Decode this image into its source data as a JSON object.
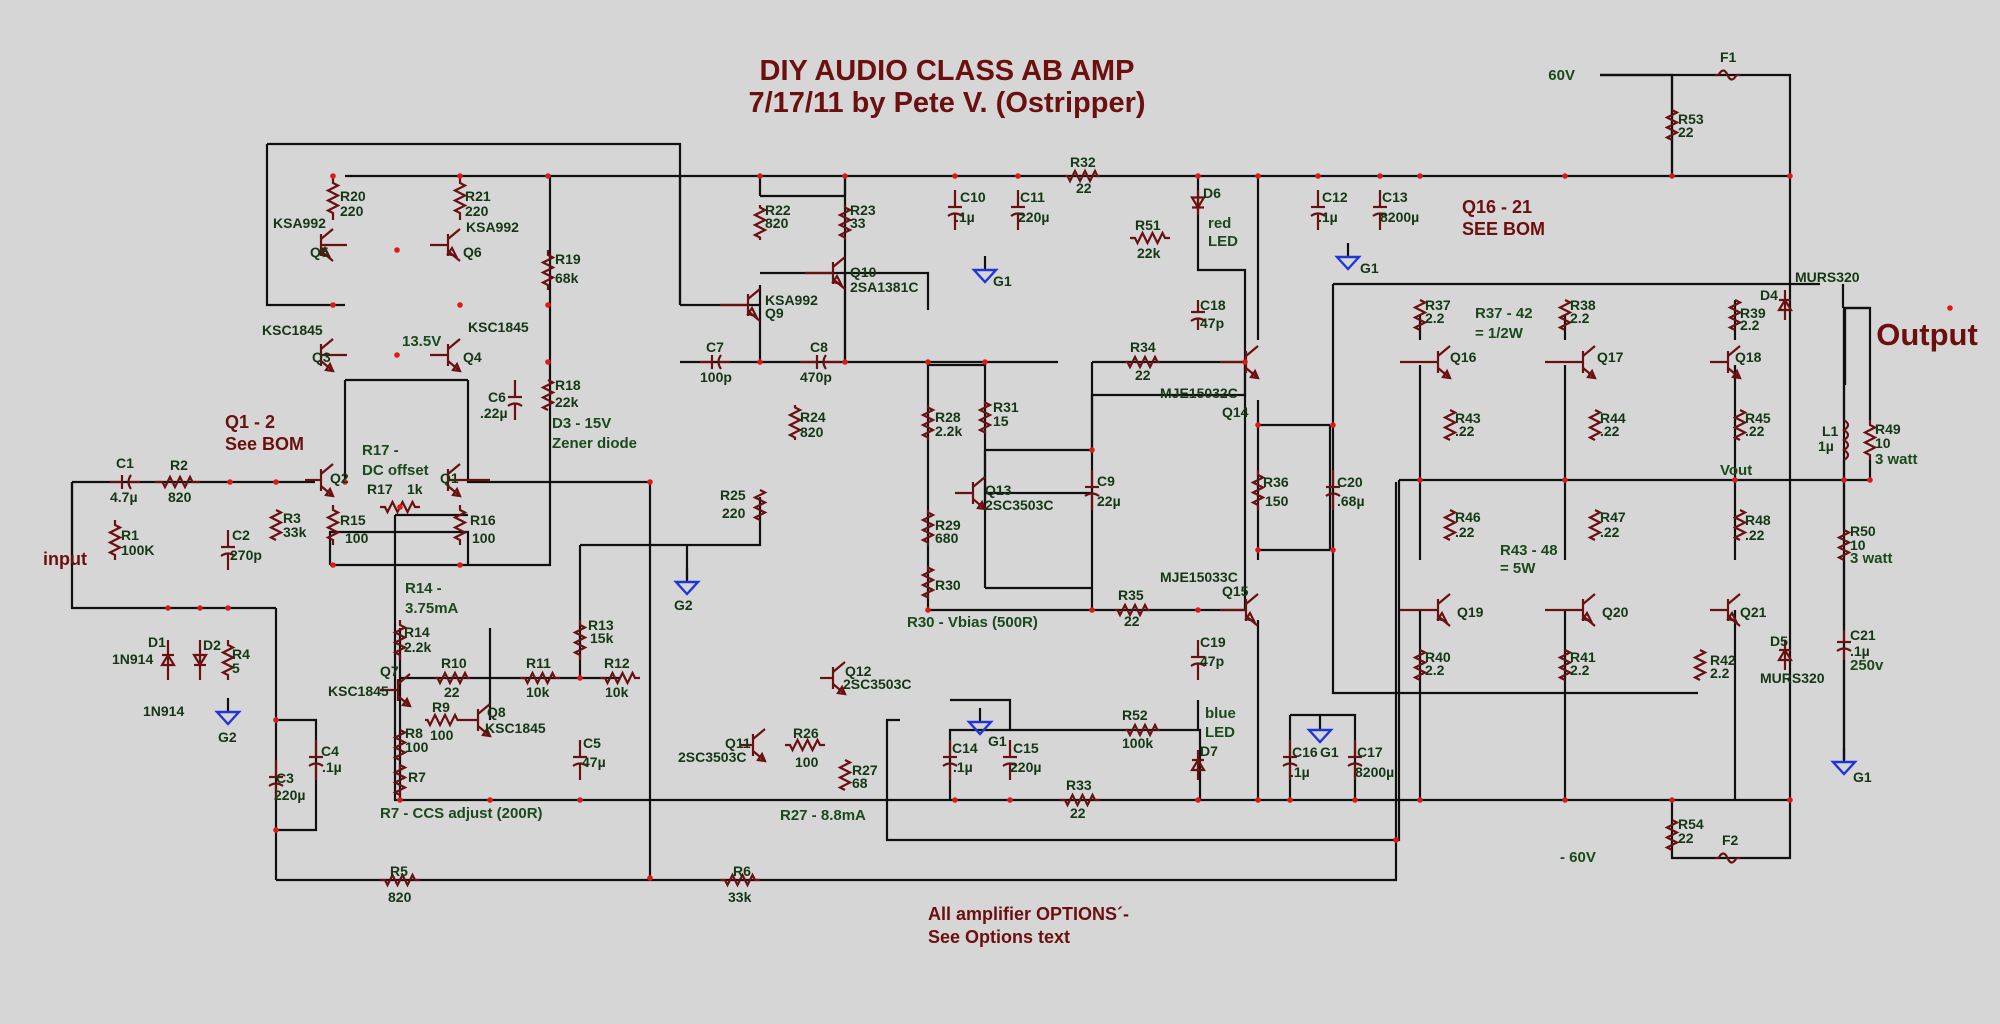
{
  "title": {
    "line1": "DIY AUDIO CLASS AB AMP",
    "line2": "7/17/11 by Pete V. (Ostripper)"
  },
  "notes": {
    "options1": "All amplifier OPTIONS´-",
    "options2": "See Options text",
    "output": "Output",
    "input": "input",
    "q12_1": "Q1 - 2",
    "q12_2": "See BOM",
    "q1621_1": "Q16 - 21",
    "q1621_2": "SEE  BOM",
    "r17a": "R17 -",
    "r17b": "DC offset",
    "r14a": "R14 -",
    "r14b": "3.75mA",
    "r7note": "R7 - CCS adjust (200R)",
    "r27note": "R27 - 8.8mA",
    "r30note": "R30 - Vbias (500R)",
    "r3742a": "R37 - 42",
    "r3742b": "= 1/2W",
    "r4348a": "R43 - 48",
    "r4348b": "= 5W",
    "v135": "13.5V",
    "vout": "Vout",
    "d3a": "D3 - 15V",
    "d3b": "Zener diode",
    "redled1": "red",
    "redled2": "LED",
    "blueled1": "blue",
    "blueled2": "LED",
    "r49w": "3 watt",
    "r50w": "3 watt",
    "c21v": "250v"
  },
  "rails": {
    "pos": "60V",
    "neg": "- 60V"
  },
  "grounds": {
    "g1": "G1",
    "g2": "G2"
  },
  "transistors": {
    "ksa992": "KSA992",
    "ksc1845": "KSC1845",
    "q10": "2SA1381C",
    "q13": "2SC3503C",
    "q12": "2SC3503C",
    "q11": "2SC3503C",
    "q14": "MJE15032C",
    "q15": "MJE15033C"
  },
  "labels": {
    "Q1": "Q1",
    "Q2": "Q2",
    "Q3": "Q3",
    "Q4": "Q4",
    "Q5": "Q5",
    "Q6": "Q6",
    "Q7": "Q7",
    "Q8": "Q8",
    "Q9": "Q9",
    "Q10": "Q10",
    "Q11": "Q11",
    "Q12": "Q12",
    "Q13": "Q13",
    "Q14": "Q14",
    "Q15": "Q15",
    "Q16": "Q16",
    "Q17": "Q17",
    "Q18": "Q18",
    "Q19": "Q19",
    "Q20": "Q20",
    "Q21": "Q21",
    "R1": "R1",
    "R1v": "100K",
    "R2": "R2",
    "R2v": "820",
    "R3": "R3",
    "R3v": "33k",
    "R4": "R4",
    "R4v": "5",
    "R5": "R5",
    "R5v": "820",
    "R6": "R6",
    "R6v": "33k",
    "R7": "R7",
    "R8": "R8",
    "R8v": "100",
    "R9": "R9",
    "R9v": "100",
    "R10": "R10",
    "R10v": "22",
    "R11": "R11",
    "R11v": "10k",
    "R12": "R12",
    "R12v": "10k",
    "R13": "R13",
    "R13v": "15k",
    "R14": "R14",
    "R14v": "2.2k",
    "R15": "R15",
    "R15v": "100",
    "R16": "R16",
    "R16v": "100",
    "R17": "R17",
    "R17v": "1k",
    "R18": "R18",
    "R18v": "22k",
    "R19": "R19",
    "R19v": "68k",
    "R20": "R20",
    "R20v": "220",
    "R21": "R21",
    "R21v": "220",
    "R22": "R22",
    "R22v": "820",
    "R23": "R23",
    "R23v": "33",
    "R24": "R24",
    "R24v": "820",
    "R25": "R25",
    "R25v": "220",
    "R26": "R26",
    "R26v": "100",
    "R27": "R27",
    "R27v": "68",
    "R28": "R28",
    "R28v": "2.2k",
    "R29": "R29",
    "R29v": "680",
    "R30": "R30",
    "R31": "R31",
    "R31v": "15",
    "R32": "R32",
    "R32v": "22",
    "R33": "R33",
    "R33v": "22",
    "R34": "R34",
    "R34v": "22",
    "R35": "R35",
    "R35v": "22",
    "R36": "R36",
    "R36v": "150",
    "R37": "R37",
    "R37v": "2.2",
    "R38": "R38",
    "R38v": "2.2",
    "R39": "R39",
    "R39v": "2.2",
    "R40": "R40",
    "R40v": "2.2",
    "R41": "R41",
    "R41v": "2.2",
    "R42": "R42",
    "R42v": "2.2",
    "R43": "R43",
    "R43v": ".22",
    "R44": "R44",
    "R44v": ".22",
    "R45": "R45",
    "R45v": ".22",
    "R46": "R46",
    "R46v": ".22",
    "R47": "R47",
    "R47v": ".22",
    "R48": "R48",
    "R48v": ".22",
    "R49": "R49",
    "R49v": "10",
    "R50": "R50",
    "R50v": "10",
    "R51": "R51",
    "R51v": "22k",
    "R52": "R52",
    "R52v": "100k",
    "R53": "R53",
    "R53v": "22",
    "R54": "R54",
    "R54v": "22",
    "C1": "C1",
    "C1v": "4.7µ",
    "C2": "C2",
    "C2v": "270p",
    "C3": "C3",
    "C3v": "220µ",
    "C4": "C4",
    "C4v": ".1µ",
    "C5": "C5",
    "C5v": "47µ",
    "C6": "C6",
    "C6v": ".22µ",
    "C7": "C7",
    "C7v": "100p",
    "C8": "C8",
    "C8v": "470p",
    "C9": "C9",
    "C9v": "22µ",
    "C10": "C10",
    "C10v": ".1µ",
    "C11": "C11",
    "C11v": "220µ",
    "C12": "C12",
    "C12v": ".1µ",
    "C13": "C13",
    "C13v": "8200µ",
    "C14": "C14",
    "C14v": ".1µ",
    "C15": "C15",
    "C15v": "220µ",
    "C16": "C16",
    "C16v": ".1µ",
    "C17": "C17",
    "C17v": "8200µ",
    "C18": "C18",
    "C18v": "47p",
    "C19": "C19",
    "C19v": "47p",
    "C20": "C20",
    "C20v": ".68µ",
    "C21": "C21",
    "C21v": ".1µ",
    "D1": "D1",
    "D1v": "1N914",
    "D2": "D2",
    "D2v": "1N914",
    "D4": "D4",
    "D4v": "MURS320",
    "D5": "D5",
    "D5v": "MURS320",
    "D6": "D6",
    "D7": "D7",
    "L1": "L1",
    "L1v": "1µ",
    "F1": "F1",
    "F2": "F2"
  },
  "colors": {
    "wire": "#101010",
    "component": "#6a1010",
    "node": "#e01818",
    "ground": "#2035d8",
    "title": "#6b0f0f",
    "background": "#d6d6d6"
  }
}
